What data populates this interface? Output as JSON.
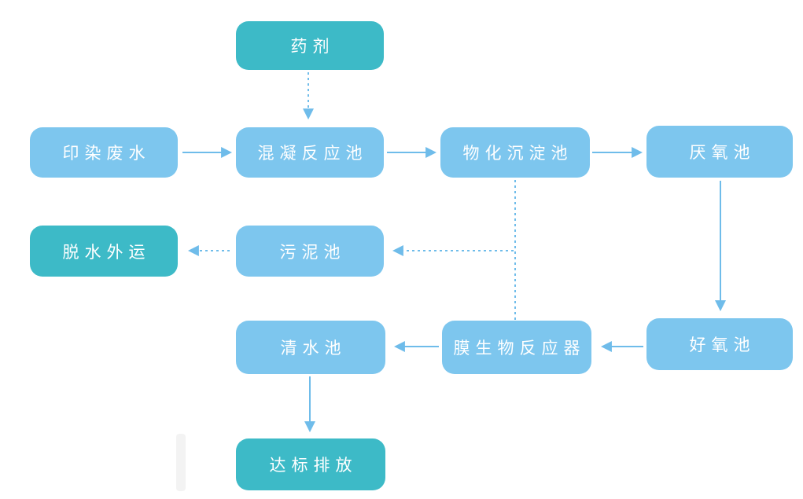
{
  "diagram": {
    "type": "flowchart",
    "subject": "印染废水处理工艺流程",
    "colors": {
      "node_blue": "#7dc6ee",
      "node_teal": "#3dbac7",
      "arrow": "#6fbcea",
      "text": "#ffffff",
      "background": "#ffffff"
    },
    "nodes": [
      {
        "id": "chemical",
        "label": "药剂",
        "style": "teal"
      },
      {
        "id": "wastewater",
        "label": "印染废水",
        "style": "blue"
      },
      {
        "id": "coagulation",
        "label": "混凝反应池",
        "style": "blue"
      },
      {
        "id": "sedimentation",
        "label": "物化沉淀池",
        "style": "blue"
      },
      {
        "id": "anaerobic",
        "label": "厌氧池",
        "style": "blue"
      },
      {
        "id": "dewatering",
        "label": "脱水外运",
        "style": "teal"
      },
      {
        "id": "sludge",
        "label": "污泥池",
        "style": "blue"
      },
      {
        "id": "aerobic",
        "label": "好氧池",
        "style": "blue"
      },
      {
        "id": "cleanwater",
        "label": "清水池",
        "style": "blue"
      },
      {
        "id": "mbr",
        "label": "膜生物反应器",
        "style": "blue"
      },
      {
        "id": "discharge",
        "label": "达标排放",
        "style": "teal"
      }
    ],
    "edges": [
      {
        "from": "chemical",
        "to": "coagulation",
        "line": "dashed",
        "arrowhead": true
      },
      {
        "from": "wastewater",
        "to": "coagulation",
        "line": "solid",
        "arrowhead": true
      },
      {
        "from": "coagulation",
        "to": "sedimentation",
        "line": "solid",
        "arrowhead": true
      },
      {
        "from": "sedimentation",
        "to": "anaerobic",
        "line": "solid",
        "arrowhead": true
      },
      {
        "from": "anaerobic",
        "to": "aerobic",
        "line": "solid",
        "arrowhead": true
      },
      {
        "from": "sedimentation",
        "to": "mbr",
        "line": "dashed",
        "arrowhead": false
      },
      {
        "from": "sedimentation",
        "to": "sludge",
        "line": "dashed",
        "arrowhead": true
      },
      {
        "from": "sludge",
        "to": "dewatering",
        "line": "dashed",
        "arrowhead": true
      },
      {
        "from": "aerobic",
        "to": "mbr",
        "line": "solid",
        "arrowhead": true
      },
      {
        "from": "mbr",
        "to": "cleanwater",
        "line": "solid",
        "arrowhead": true
      },
      {
        "from": "cleanwater",
        "to": "discharge",
        "line": "solid",
        "arrowhead": true
      }
    ]
  }
}
